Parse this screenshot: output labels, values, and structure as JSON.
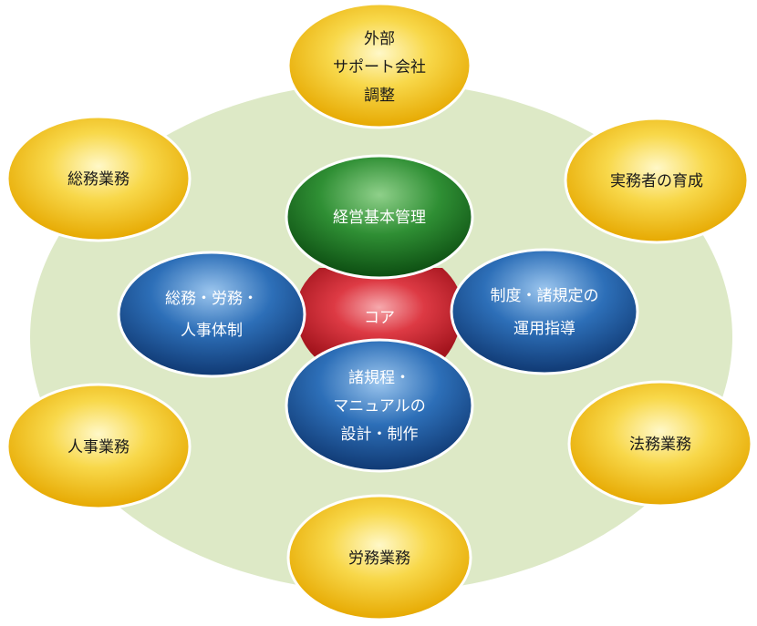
{
  "colors": {
    "ring_fill": "#dde9c6",
    "outer_node": "#f2c200",
    "green_node": "#1f7a24",
    "blue_node": "#2461a8",
    "core": "#cc2a33"
  },
  "core": {
    "label": "コア"
  },
  "center": {
    "label": "経営基本管理"
  },
  "inner_nodes": [
    {
      "id": "labor",
      "lines": [
        "総務・労務・",
        "人事体制"
      ]
    },
    {
      "id": "rules",
      "lines": [
        "制度・諸規定の",
        "運用指導"
      ]
    },
    {
      "id": "manual",
      "lines": [
        "諸規程・",
        "マニュアルの",
        "設計・制作"
      ]
    }
  ],
  "outer_nodes": [
    {
      "id": "external",
      "lines": [
        "外部",
        "サポート会社",
        "調整"
      ]
    },
    {
      "id": "general-affairs",
      "lines": [
        "総務業務"
      ]
    },
    {
      "id": "training",
      "lines": [
        "実務者の育成"
      ]
    },
    {
      "id": "hr-affairs",
      "lines": [
        "人事業務"
      ]
    },
    {
      "id": "legal-affairs",
      "lines": [
        "法務業務"
      ]
    },
    {
      "id": "labor-affairs",
      "lines": [
        "労務業務"
      ]
    }
  ]
}
